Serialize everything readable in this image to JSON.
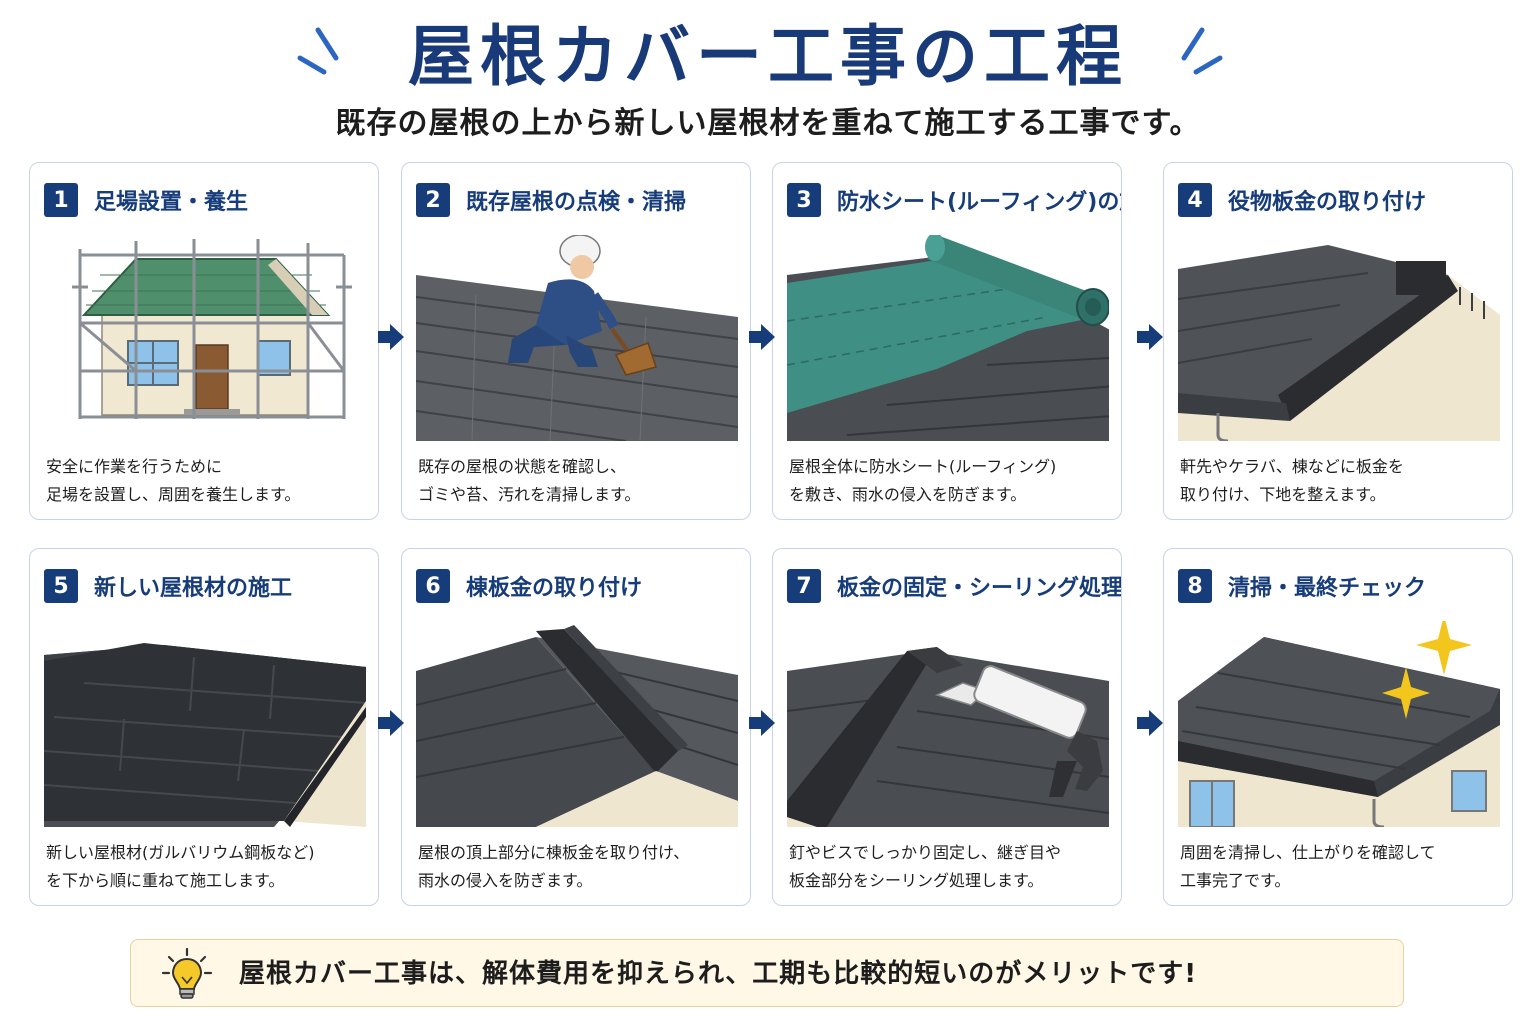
{
  "title": "屋根カバー工事の工程",
  "subtitle": "既存の屋根の上から新しい屋根材を重ねて施工する工事です。",
  "colors": {
    "accent_navy": "#163c7a",
    "border": "#c8d4e6",
    "footer_bg": "#fff8e6",
    "footer_border": "#e6d29a",
    "sparkle": "#f2c61d"
  },
  "steps": [
    {
      "number": "1",
      "title": "足場設置・養生",
      "description": "安全に作業を行うために\n足場を設置し、周囲を養生します。",
      "illustration": "house-with-scaffolding"
    },
    {
      "number": "2",
      "title": "既存屋根の点検・清掃",
      "description": "既存の屋根の状態を確認し、\nゴミや苔、汚れを清掃します。",
      "illustration": "worker-sweeping-roof"
    },
    {
      "number": "3",
      "title": "防水シート(ルーフィング)の施工",
      "description": "屋根全体に防水シート(ルーフィング)\nを敷き、雨水の侵入を防ぎます。",
      "illustration": "waterproof-sheet-roll"
    },
    {
      "number": "4",
      "title": "役物板金の取り付け",
      "description": "軒先やケラバ、棟などに板金を\n取り付け、下地を整えます。",
      "illustration": "trim-flashing"
    },
    {
      "number": "5",
      "title": "新しい屋根材の施工",
      "description": "新しい屋根材(ガルバリウム鋼板など)\nを下から順に重ねて施工します。",
      "illustration": "new-roof-panels"
    },
    {
      "number": "6",
      "title": "棟板金の取り付け",
      "description": "屋根の頂上部分に棟板金を取り付け、\n雨水の侵入を防ぎます。",
      "illustration": "ridge-flashing"
    },
    {
      "number": "7",
      "title": "板金の固定・シーリング処理",
      "description": "釘やビスでしっかり固定し、継ぎ目や\n板金部分をシーリング処理します。",
      "illustration": "caulking-gun"
    },
    {
      "number": "8",
      "title": "清掃・最終チェック",
      "description": "周囲を清掃し、仕上がりを確認して\n工事完了です。",
      "illustration": "finished-roof-sparkle"
    }
  ],
  "footer": {
    "text": "屋根カバー工事は、解体費用を抑えられ、工期も比較的短いのがメリットです!",
    "icon": "lightbulb-icon"
  }
}
